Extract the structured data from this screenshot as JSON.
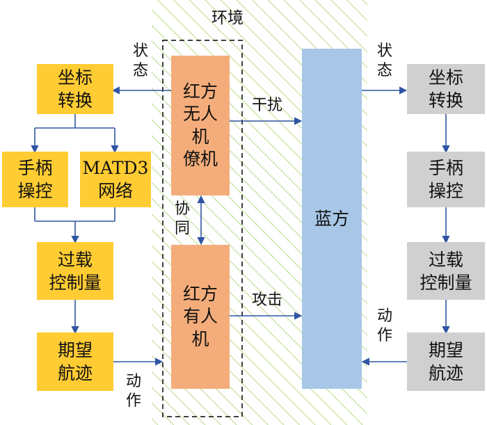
{
  "environment": {
    "label": "环境"
  },
  "left": {
    "coord_transform": "坐标\n转换",
    "joystick": "手柄\n操控",
    "matd3": "MATD3\n网络",
    "overload": "过载\n控制量",
    "trajectory": "期望\n航迹",
    "state_label": "状\n态",
    "action_label": "动\n作"
  },
  "center": {
    "red_uav": "红方\n无人\n机\n僚机",
    "red_manned": "红方\n有人\n机",
    "cooperate_label": "协\n同",
    "interfere_label": "干扰",
    "attack_label": "攻击",
    "blue": "蓝方"
  },
  "right": {
    "coord_transform": "坐标\n转换",
    "joystick": "手柄\n操控",
    "overload": "过载\n控制量",
    "trajectory": "期望\n航迹",
    "state_label": "状\n态",
    "action_label": "动\n作"
  },
  "colors": {
    "yellow": "#ffcc33",
    "gray": "#d0d0d0",
    "orange": "#f4ad7a",
    "blue": "#a8c7e7",
    "arrow": "#2f55a4",
    "hatch": "#b8d98a"
  }
}
